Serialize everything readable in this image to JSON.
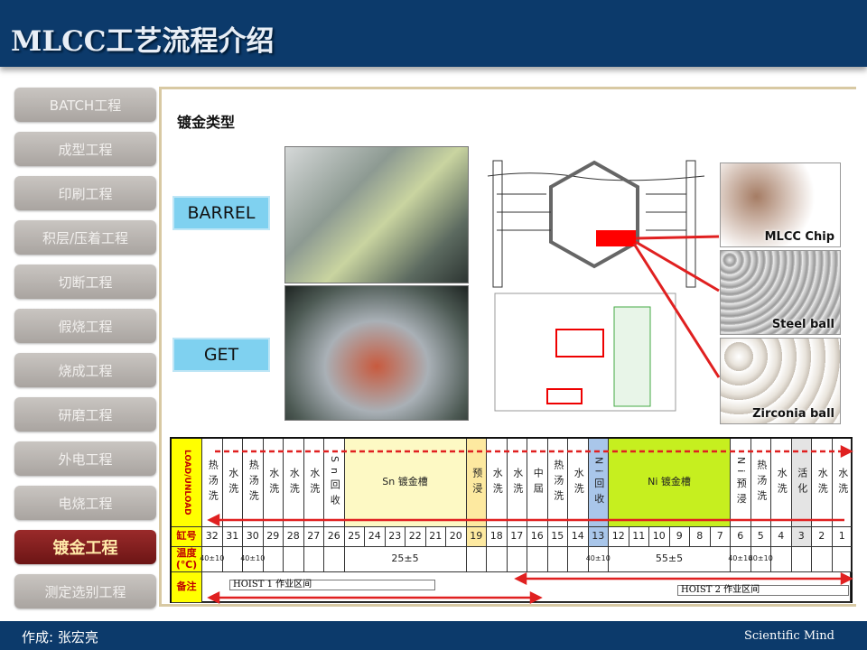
{
  "header": {
    "title": "MLCC工艺流程介绍"
  },
  "sidebar": {
    "items": [
      {
        "label": "BATCH工程",
        "active": false
      },
      {
        "label": "成型工程",
        "active": false
      },
      {
        "label": "印刷工程",
        "active": false
      },
      {
        "label": "积层/压着工程",
        "active": false
      },
      {
        "label": "切断工程",
        "active": false
      },
      {
        "label": "假烧工程",
        "active": false
      },
      {
        "label": "烧成工程",
        "active": false
      },
      {
        "label": "研磨工程",
        "active": false
      },
      {
        "label": "外电工程",
        "active": false
      },
      {
        "label": "电烧工程",
        "active": false
      },
      {
        "label": "镀金工程",
        "active": true
      },
      {
        "label": "测定选别工程",
        "active": false
      }
    ]
  },
  "main": {
    "section_title": "镀金类型",
    "types": [
      "BARREL",
      "GET"
    ],
    "media_labels": [
      "MLCC Chip",
      "Steel ball",
      "Zirconia ball"
    ]
  },
  "table": {
    "row_labels": {
      "load": "LOAD/UNLOAD",
      "number": "缸号",
      "temp": "温度(℃)",
      "note": "备注"
    },
    "columns": [
      {
        "no": "32",
        "process": "热汤洗",
        "temp": "40±10"
      },
      {
        "no": "31",
        "process": "水洗"
      },
      {
        "no": "30",
        "process": "热汤洗",
        "temp": "40±10"
      },
      {
        "no": "29",
        "process": "水洗"
      },
      {
        "no": "28",
        "process": "水洗"
      },
      {
        "no": "27",
        "process": "水洗"
      },
      {
        "no": "26",
        "process": "Sn回收"
      },
      {
        "no": "25"
      },
      {
        "no": "24"
      },
      {
        "no": "23"
      },
      {
        "no": "22"
      },
      {
        "no": "21"
      },
      {
        "no": "20"
      },
      {
        "no": "19",
        "process": "预浸",
        "color": "#fde9a0"
      },
      {
        "no": "18",
        "process": "水洗"
      },
      {
        "no": "17",
        "process": "水洗"
      },
      {
        "no": "16",
        "process": "中屆"
      },
      {
        "no": "15",
        "process": "热汤洗"
      },
      {
        "no": "14",
        "process": "水洗"
      },
      {
        "no": "13",
        "process": "Ni回收",
        "temp": "40±10",
        "color": "#a9c6ea"
      },
      {
        "no": "12"
      },
      {
        "no": "11"
      },
      {
        "no": "10"
      },
      {
        "no": "9"
      },
      {
        "no": "8"
      },
      {
        "no": "7"
      },
      {
        "no": "6",
        "process": "Ni预浸",
        "temp": "40±10"
      },
      {
        "no": "5",
        "process": "热汤洗",
        "temp": "40±10"
      },
      {
        "no": "4",
        "process": "水洗"
      },
      {
        "no": "3",
        "process": "活化",
        "color": "#e4e4e4"
      },
      {
        "no": "2",
        "process": "水洗"
      },
      {
        "no": "1",
        "process": "水洗"
      }
    ],
    "tanks": [
      {
        "label": "Sn 镀金槽",
        "temp": "25±5",
        "from": 7,
        "span": 6,
        "color": "#fdf9c4"
      },
      {
        "label": "Ni 镀金槽",
        "temp": "55±5",
        "from": 20,
        "span": 6,
        "color": "#c6ef1f"
      }
    ],
    "notes": [
      "HOIST 1 作业区间",
      "HOIST 2 作业区间"
    ]
  },
  "colors": {
    "header": "#0c3a6b",
    "active": "#8a2020",
    "arrow": "#e02020"
  },
  "footer": {
    "author": "作成: 张宏亮",
    "brand": "Scientific Mind"
  }
}
